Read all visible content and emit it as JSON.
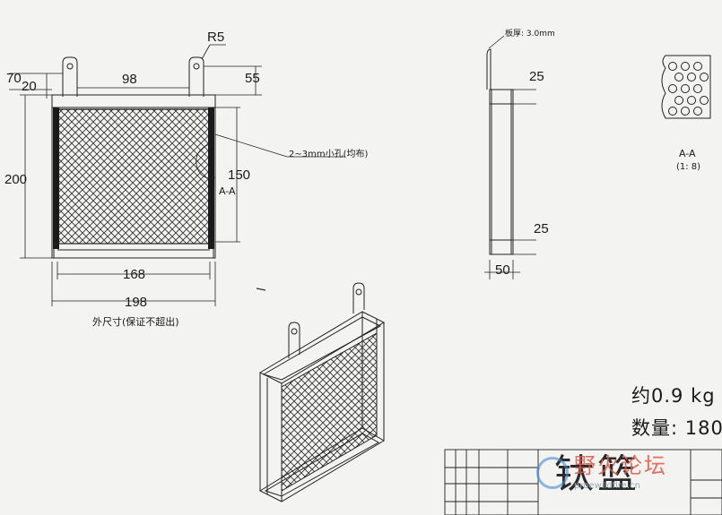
{
  "front_view": {
    "dims": {
      "r5": "R5",
      "d70": "70",
      "d20": "20",
      "d98": "98",
      "d55": "55",
      "d200": "200",
      "d150": "150",
      "d168": "168",
      "d198": "198"
    },
    "section_label": "A-A",
    "hole_note": "2~3mm小孔(均布)",
    "outer_note": "外尺寸(保证不超出)"
  },
  "side_view": {
    "plate_note": "板厚: 3.0mm",
    "top_dim": "25",
    "bottom_dim": "25",
    "width_dim": "50"
  },
  "detail": {
    "title": "A-A",
    "scale": "(1: 8)"
  },
  "specs": {
    "weight": "约0.9 kg",
    "quantity": "数量: 180"
  },
  "title_block": {
    "title": "钛篮",
    "watermark": "野火论坛",
    "watermark_sub": "proewildfire.cn"
  }
}
